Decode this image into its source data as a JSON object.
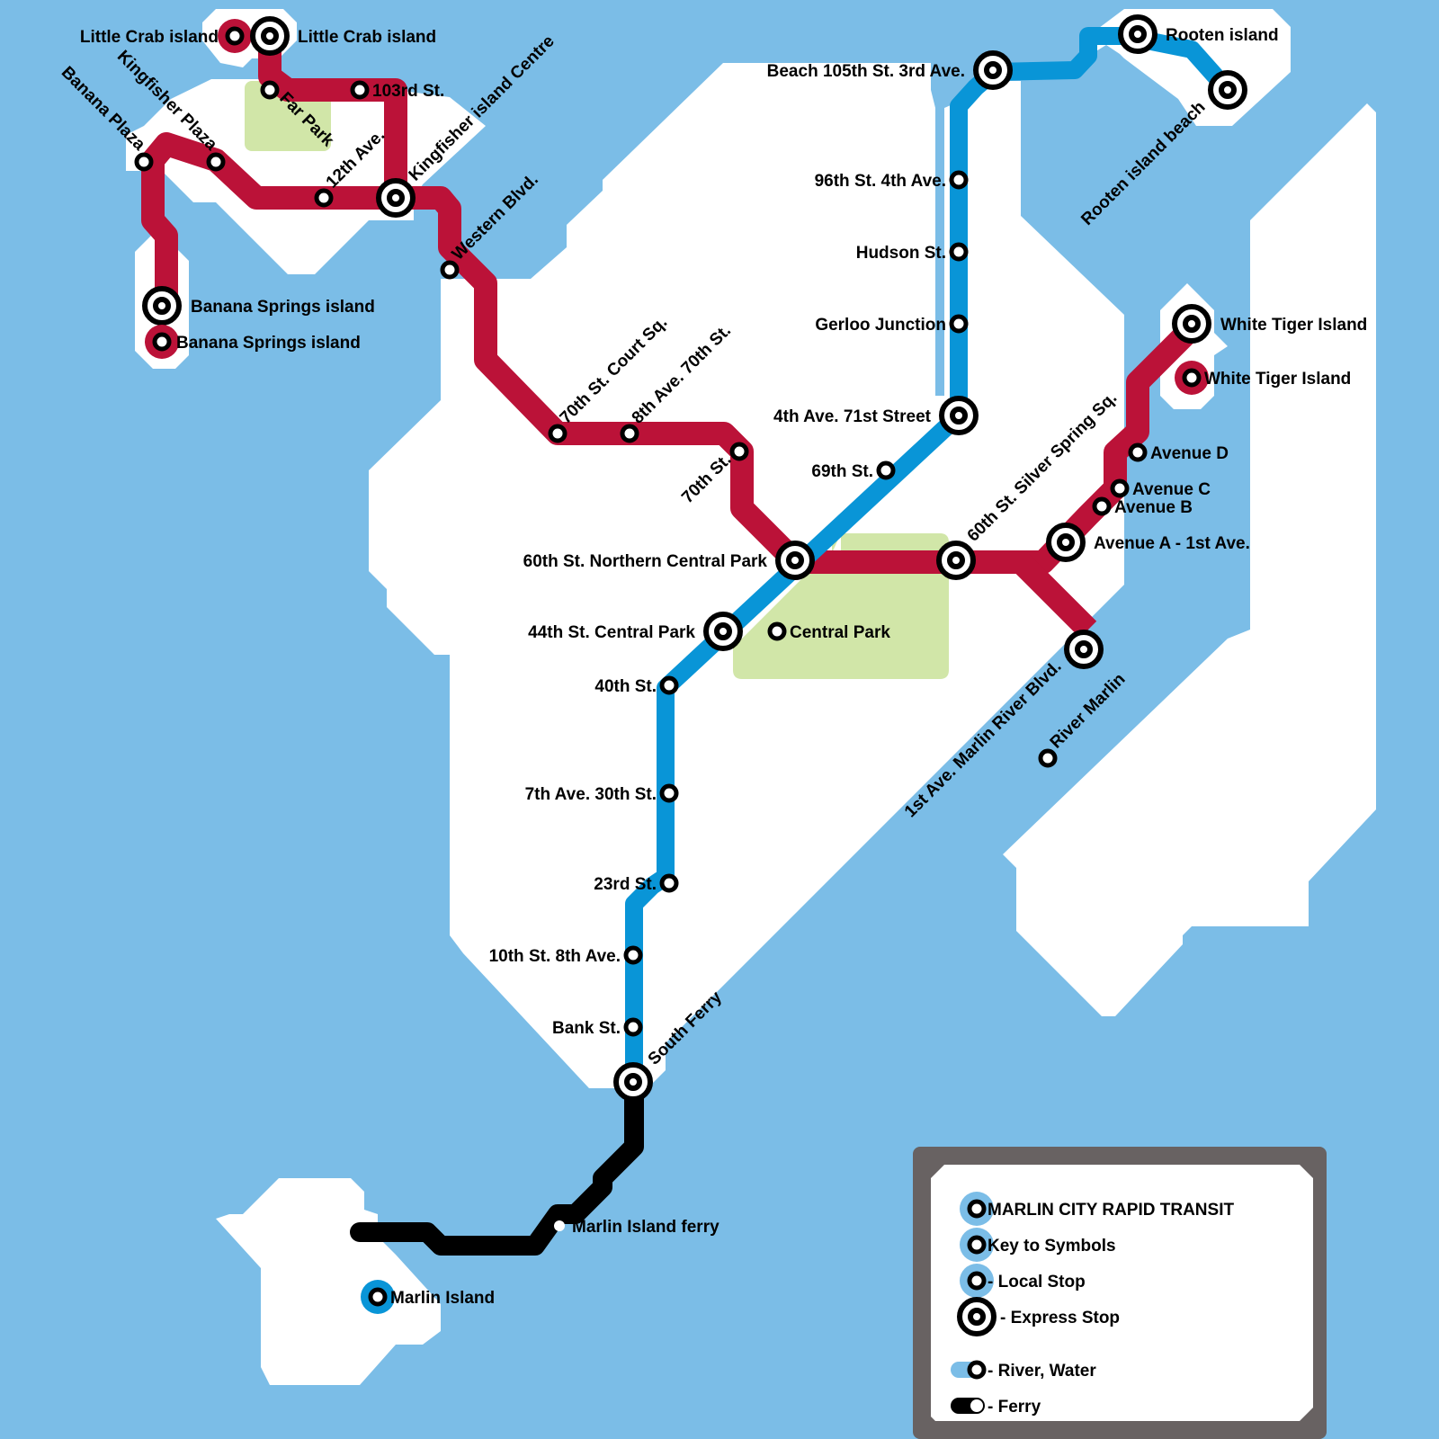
{
  "map": {
    "title": "MARLIN CITY RAPID TRANSIT",
    "colors": {
      "water": "#7bbde7",
      "land": "#ffffff",
      "park": "#d1e6a8",
      "red_line": "#bb1238",
      "blue_line": "#0995d7",
      "ferry": "#000000",
      "legend_frame": "#686262"
    },
    "lines": [
      {
        "name": "Red Line",
        "color": "#bb1238"
      },
      {
        "name": "Blue Line",
        "color": "#0995d7"
      },
      {
        "name": "Ferry",
        "color": "#000000"
      }
    ],
    "parks": [
      "Far Park",
      "Central Park"
    ],
    "stations": {
      "little_crab_red": {
        "label": "Little Crab island",
        "line": "red",
        "type": "local"
      },
      "little_crab_exp": {
        "label": "Little Crab island",
        "line": "red",
        "type": "express"
      },
      "far_park": {
        "label": "Far Park",
        "line": "red",
        "type": "local"
      },
      "st_103rd": {
        "label": "103rd St.",
        "line": "red",
        "type": "local"
      },
      "kingfisher_plaza": {
        "label": "Kingfisher Plaza",
        "line": "red",
        "type": "local"
      },
      "banana_plaza": {
        "label": "Banana Plaza",
        "line": "red",
        "type": "local"
      },
      "ave_12th": {
        "label": "12th Ave.",
        "line": "red",
        "type": "local"
      },
      "kingfisher_centre": {
        "label": "Kingfisher island Centre",
        "line": "red",
        "type": "express"
      },
      "western_blvd": {
        "label": "Western Blvd.",
        "line": "red",
        "type": "local"
      },
      "banana_springs_exp": {
        "label": "Banana Springs island",
        "line": "red",
        "type": "express"
      },
      "banana_springs_red": {
        "label": "Banana Springs island",
        "line": "red",
        "type": "local"
      },
      "court_sq": {
        "label": "70th St. Court Sq.",
        "line": "red",
        "type": "local"
      },
      "ave8_70th": {
        "label": "8th Ave. 70th St.",
        "line": "red",
        "type": "local"
      },
      "st_70th": {
        "label": "70th St.",
        "line": "red",
        "type": "local"
      },
      "northern_cp": {
        "label": "60th St. Northern Central Park",
        "line": "red/blue",
        "type": "express"
      },
      "silver_spring": {
        "label": "60th St. Silver Spring Sq.",
        "line": "red",
        "type": "express"
      },
      "ave_a": {
        "label": "Avenue A - 1st Ave.",
        "line": "red",
        "type": "express"
      },
      "ave_b": {
        "label": "Avenue B",
        "line": "red",
        "type": "local"
      },
      "ave_c": {
        "label": "Avenue C",
        "line": "red",
        "type": "local"
      },
      "ave_d": {
        "label": "Avenue D",
        "line": "red",
        "type": "local"
      },
      "white_tiger_exp": {
        "label": "White Tiger Island",
        "line": "red",
        "type": "express"
      },
      "white_tiger_red": {
        "label": "White Tiger Island",
        "line": "red",
        "type": "local"
      },
      "marlin_river_blvd": {
        "label": "1st Ave. Marlin River Blvd.",
        "line": "red",
        "type": "express"
      },
      "river_marlin": {
        "label": "River Marlin",
        "line": "none",
        "type": "local"
      },
      "beach_105th": {
        "label": "Beach 105th St. 3rd Ave.",
        "line": "blue",
        "type": "express"
      },
      "rooten_island": {
        "label": "Rooten island",
        "line": "blue",
        "type": "express"
      },
      "rooten_beach": {
        "label": "Rooten island beach",
        "line": "blue",
        "type": "express"
      },
      "st96_4th": {
        "label": "96th St. 4th Ave.",
        "line": "blue",
        "type": "local"
      },
      "hudson": {
        "label": "Hudson St.",
        "line": "blue",
        "type": "local"
      },
      "gerloo": {
        "label": "Gerloo Junction",
        "line": "blue",
        "type": "local"
      },
      "ave4_71st": {
        "label": "4th Ave. 71st Street",
        "line": "blue",
        "type": "express"
      },
      "st_69th": {
        "label": "69th St.",
        "line": "blue",
        "type": "local"
      },
      "st44_cp": {
        "label": "44th St. Central Park",
        "line": "blue",
        "type": "express"
      },
      "central_park": {
        "label": "Central Park",
        "line": "none",
        "type": "local"
      },
      "st_40th": {
        "label": "40th St.",
        "line": "blue",
        "type": "local"
      },
      "ave7_30th": {
        "label": "7th Ave. 30th St.",
        "line": "blue",
        "type": "local"
      },
      "st_23rd": {
        "label": "23rd St.",
        "line": "blue",
        "type": "local"
      },
      "st10_8th": {
        "label": "10th St. 8th Ave.",
        "line": "blue",
        "type": "local"
      },
      "bank": {
        "label": "Bank St.",
        "line": "blue",
        "type": "local"
      },
      "south_ferry": {
        "label": "South Ferry",
        "line": "blue/ferry",
        "type": "express"
      },
      "marlin_ferry": {
        "label": "Marlin Island ferry",
        "line": "ferry",
        "type": "local"
      },
      "marlin_island": {
        "label": "Marlin Island",
        "line": "blue",
        "type": "local"
      }
    }
  },
  "legend": {
    "title": "MARLIN CITY RAPID TRANSIT",
    "subtitle": "Key to Symbols",
    "items": [
      {
        "symbol": "local-stop",
        "label": "- Local Stop"
      },
      {
        "symbol": "express-stop",
        "label": "- Express Stop"
      },
      {
        "symbol": "river-water",
        "label": "- River, Water"
      },
      {
        "symbol": "ferry",
        "label": "- Ferry"
      }
    ]
  }
}
